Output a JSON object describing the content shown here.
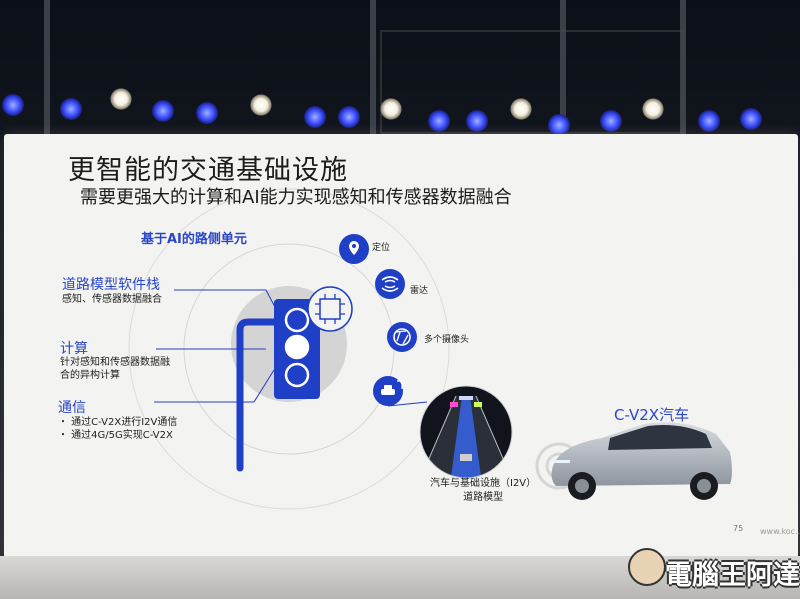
{
  "slide": {
    "title": "更智能的交通基础设施",
    "subtitle": "需要更强大的计算和AI能力实现感知和传感器数据融合",
    "unit_title": "基于AI的路侧单元",
    "sections": [
      {
        "heading": "道路模型软件栈",
        "lines": [
          "感知、传感器数据融合"
        ]
      },
      {
        "heading": "计算",
        "lines": [
          "针对感知和传感器数据融",
          "合的异构计算"
        ]
      },
      {
        "heading": "通信",
        "lines": [
          "・ 通过C-V2X进行I2V通信",
          "・ 通过4G/5G实现C-V2X"
        ]
      }
    ],
    "sensors": [
      {
        "icon": "location-pin-icon",
        "label": "定位"
      },
      {
        "icon": "radar-icon",
        "label": "雷达"
      },
      {
        "icon": "camera-aperture-icon",
        "label": "多个摄像头"
      },
      {
        "icon": "road-vehicle-icon",
        "label": ""
      }
    ],
    "car_title": "C-V2X汽车",
    "caption": [
      "汽车与基础设施（I2V）",
      "道路模型"
    ],
    "page_number": "75"
  },
  "watermark": {
    "text": "電腦王阿達",
    "url": "www.koc..."
  },
  "colors": {
    "accent": "#2a46c9",
    "screen": "#f3f3f1",
    "stage_light": "#3a4bff"
  }
}
